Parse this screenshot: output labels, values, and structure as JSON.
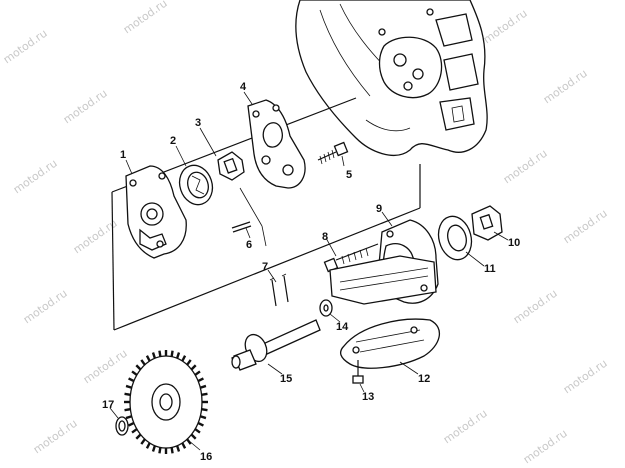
{
  "watermark": "motod.ru",
  "callouts": {
    "c1": "1",
    "c2": "2",
    "c3": "3",
    "c4": "4",
    "c5": "5",
    "c6": "6",
    "c7": "7",
    "c8": "8",
    "c9": "9",
    "c10": "10",
    "c11": "11",
    "c12": "12",
    "c13": "13",
    "c14": "14",
    "c15": "15",
    "c16": "16",
    "c17": "17"
  }
}
